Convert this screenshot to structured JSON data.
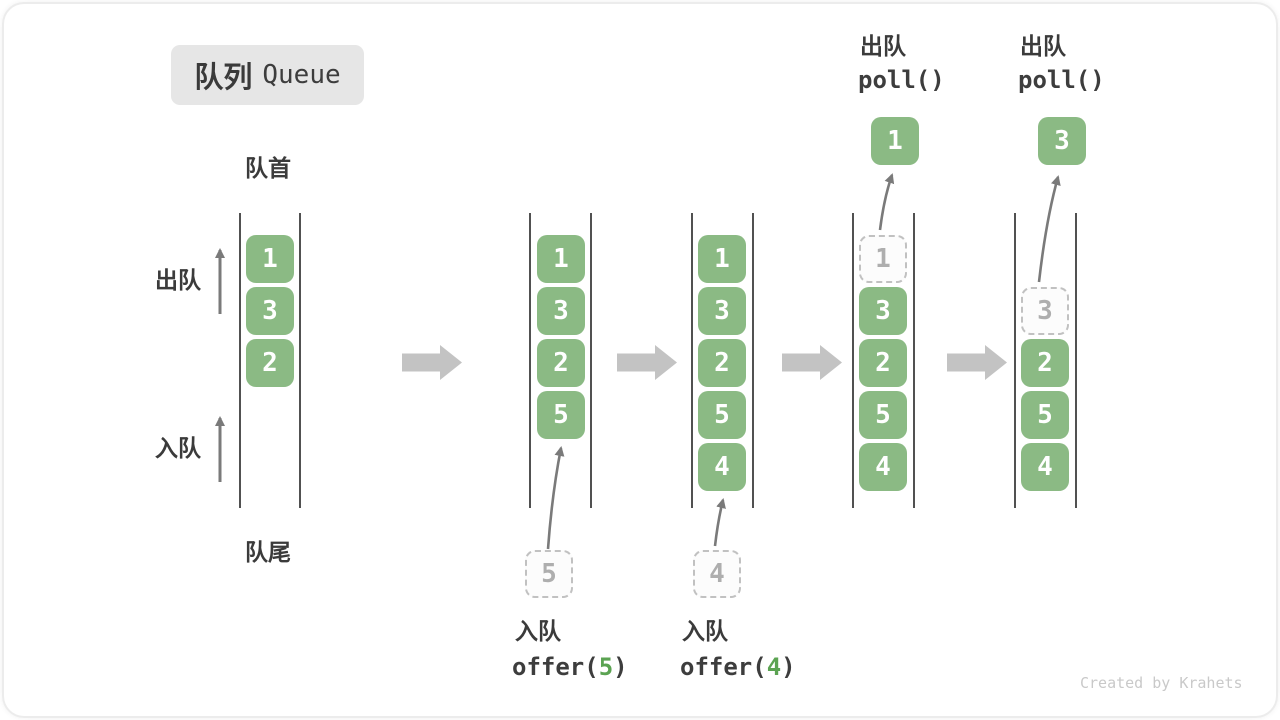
{
  "title": {
    "zh": "队列",
    "en": "Queue"
  },
  "labels": {
    "front": "队首",
    "rear": "队尾",
    "dequeue": "出队",
    "enqueue": "入队"
  },
  "queues": [
    {
      "values": [
        "1",
        "3",
        "2"
      ]
    },
    {
      "values": [
        "1",
        "3",
        "2",
        "5"
      ],
      "incoming": "5",
      "op": "入队",
      "fn": "offer(",
      "arg": "5",
      "close": ")"
    },
    {
      "values": [
        "1",
        "3",
        "2",
        "5",
        "4"
      ],
      "incoming": "4",
      "op": "入队",
      "fn": "offer(",
      "arg": "4",
      "close": ")"
    },
    {
      "values": [
        "3",
        "2",
        "5",
        "4"
      ],
      "removed": "1",
      "result": "1",
      "op": "出队",
      "code": "poll()"
    },
    {
      "values": [
        "2",
        "5",
        "4"
      ],
      "removed": "3",
      "result": "3",
      "op": "出队",
      "code": "poll()"
    }
  ],
  "watermark": "Created by Krahets",
  "colors": {
    "box_green": "#8bba84",
    "arg_green": "#5ba352",
    "block_arrow_gray": "#c3c3c3",
    "thin_arrow_gray": "#7a7a7a",
    "dashed_border_gray": "#c1c1c1",
    "title_bg": "#e6e6e6",
    "text_dark": "#3b3b3b"
  }
}
